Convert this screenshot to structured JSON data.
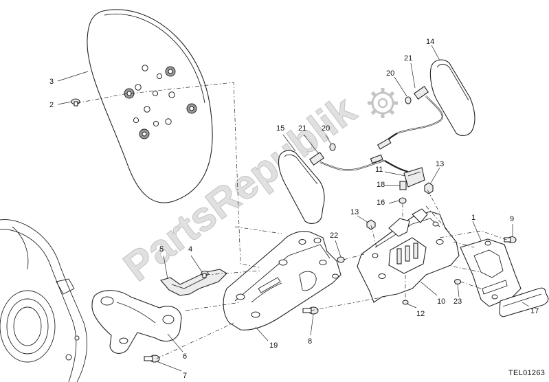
{
  "watermark": {
    "text": "PartsRepublik",
    "icon": "gear-icon"
  },
  "drawing_code": "TEL01263",
  "callouts": [
    {
      "id": "c1",
      "label": "1"
    },
    {
      "id": "c2",
      "label": "2"
    },
    {
      "id": "c3",
      "label": "3"
    },
    {
      "id": "c4",
      "label": "4"
    },
    {
      "id": "c5",
      "label": "5"
    },
    {
      "id": "c6",
      "label": "6"
    },
    {
      "id": "c7",
      "label": "7"
    },
    {
      "id": "c8",
      "label": "8"
    },
    {
      "id": "c9",
      "label": "9"
    },
    {
      "id": "c10",
      "label": "10"
    },
    {
      "id": "c11",
      "label": "11"
    },
    {
      "id": "c12",
      "label": "12"
    },
    {
      "id": "c13a",
      "label": "13"
    },
    {
      "id": "c13b",
      "label": "13"
    },
    {
      "id": "c14",
      "label": "14"
    },
    {
      "id": "c15",
      "label": "15"
    },
    {
      "id": "c16",
      "label": "16"
    },
    {
      "id": "c17",
      "label": "17"
    },
    {
      "id": "c18",
      "label": "18"
    },
    {
      "id": "c19",
      "label": "19"
    },
    {
      "id": "c20a",
      "label": "20"
    },
    {
      "id": "c20b",
      "label": "20"
    },
    {
      "id": "c21a",
      "label": "21"
    },
    {
      "id": "c21b",
      "label": "21"
    },
    {
      "id": "c22",
      "label": "22"
    },
    {
      "id": "c23",
      "label": "23"
    }
  ]
}
